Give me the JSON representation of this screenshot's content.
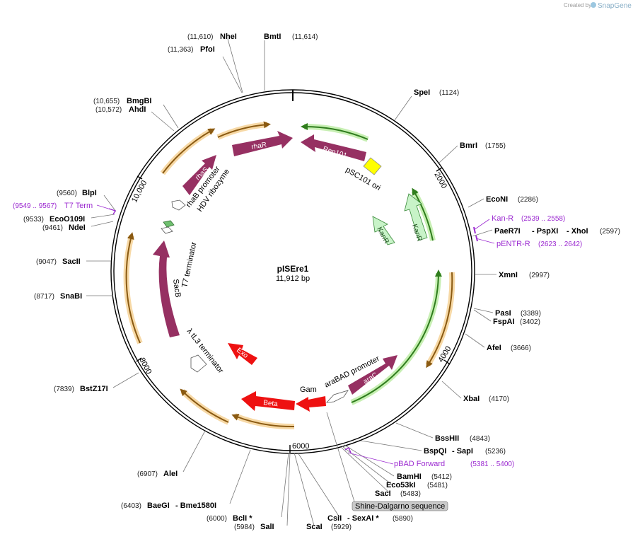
{
  "credit": {
    "text": "Created by",
    "brand": "SnapGene"
  },
  "plasmid": {
    "name": "pISEre1",
    "size": "11,912 bp"
  },
  "ticks": [
    "2000",
    "4000",
    "6000",
    "8000",
    "10,000"
  ],
  "enzymes": [
    {
      "id": "nhei",
      "name": "NheI",
      "pos": "(11,610)"
    },
    {
      "id": "bmti",
      "name": "BmtI",
      "pos": "(11,614)"
    },
    {
      "id": "pfoi",
      "name": "PfoI",
      "pos": "(11,363)"
    },
    {
      "id": "bmgbi",
      "name": "BmgBI",
      "pos": "(10,655)"
    },
    {
      "id": "ahdi",
      "name": "AhdI",
      "pos": "(10,572)"
    },
    {
      "id": "blpi",
      "name": "BlpI",
      "pos": "(9560)"
    },
    {
      "id": "eco0109i",
      "name": "EcoO109I",
      "pos": "(9533)"
    },
    {
      "id": "ndei",
      "name": "NdeI",
      "pos": "(9461)"
    },
    {
      "id": "sacii",
      "name": "SacII",
      "pos": "(9047)"
    },
    {
      "id": "snabi",
      "name": "SnaBI",
      "pos": "(8717)"
    },
    {
      "id": "bstz17i",
      "name": "BstZ17I",
      "pos": "(7839)"
    },
    {
      "id": "alei",
      "name": "AleI",
      "pos": "(6907)"
    },
    {
      "id": "baegi",
      "name": "BaeGI",
      "pos": "(6403)"
    },
    {
      "id": "bme1580i",
      "name": "- Bme1580I",
      "pos": ""
    },
    {
      "id": "bcli",
      "name": "BclI *",
      "pos": "(6000)"
    },
    {
      "id": "sali",
      "name": "SalI",
      "pos": "(5984)"
    },
    {
      "id": "scai",
      "name": "ScaI",
      "pos": "(5929)"
    },
    {
      "id": "csii",
      "name": "CsiI",
      "pos": ""
    },
    {
      "id": "sexai",
      "name": "- SexAI *",
      "pos": "(5890)"
    },
    {
      "id": "saci",
      "name": "SacI",
      "pos": "(5483)"
    },
    {
      "id": "eco53ki",
      "name": "Eco53kI",
      "pos": "(5481)"
    },
    {
      "id": "bamhi",
      "name": "BamHI",
      "pos": "(5412)"
    },
    {
      "id": "bspqi",
      "name": "BspQI",
      "pos": ""
    },
    {
      "id": "sapi",
      "name": "- SapI",
      "pos": "(5236)"
    },
    {
      "id": "bsshii",
      "name": "BssHII",
      "pos": "(4843)"
    },
    {
      "id": "xbai",
      "name": "XbaI",
      "pos": "(4170)"
    },
    {
      "id": "afei",
      "name": "AfeI",
      "pos": "(3666)"
    },
    {
      "id": "fspai",
      "name": "FspAI",
      "pos": "(3402)"
    },
    {
      "id": "pasi",
      "name": "PasI",
      "pos": "(3389)"
    },
    {
      "id": "xmni",
      "name": "XmnI",
      "pos": "(2997)"
    },
    {
      "id": "paer7i",
      "name": "PaeR7I",
      "pos": ""
    },
    {
      "id": "pspxi",
      "name": "- PspXI",
      "pos": ""
    },
    {
      "id": "xhoi",
      "name": "- XhoI",
      "pos": "(2597)"
    },
    {
      "id": "econi",
      "name": "EcoNI",
      "pos": "(2286)"
    },
    {
      "id": "bmri",
      "name": "BmrI",
      "pos": "(1755)"
    },
    {
      "id": "spei",
      "name": "SpeI",
      "pos": "(1124)"
    }
  ],
  "primers": [
    {
      "id": "t7term",
      "name": "T7 Term",
      "pos": "(9549 .. 9567)"
    },
    {
      "id": "kanr",
      "name": "Kan-R",
      "pos": "(2539 .. 2558)"
    },
    {
      "id": "pentrr",
      "name": "pENTR-R",
      "pos": "(2623 .. 2642)"
    },
    {
      "id": "pbadfwd",
      "name": "pBAD Forward",
      "pos": "(5381 .. 5400)"
    }
  ],
  "features": {
    "rhar": "rhaR",
    "rep101": "Rep101",
    "psc101": "pSC101 ori",
    "kanr_outer": "KanR",
    "kanr_inner": "KanR",
    "rhas": "rhaS",
    "rhab": "rhaB promoter",
    "hdv": "HDV ribozyme",
    "t7term": "T7 terminator",
    "sacb": "SacB",
    "tl3": "λ tL3 terminator",
    "exo": "Exo",
    "beta": "Beta",
    "gam": "Gam",
    "arabad": "araBAD promoter",
    "arac": "araC",
    "shine": "Shine-Dalgarno sequence"
  },
  "colors": {
    "cds": "#963062",
    "red": "#ee1111",
    "ori": "#ffff00",
    "marker": "#b7f0b7",
    "orange": "#e8a33a",
    "green": "#7ad149",
    "primer": "#9c2bd1"
  }
}
